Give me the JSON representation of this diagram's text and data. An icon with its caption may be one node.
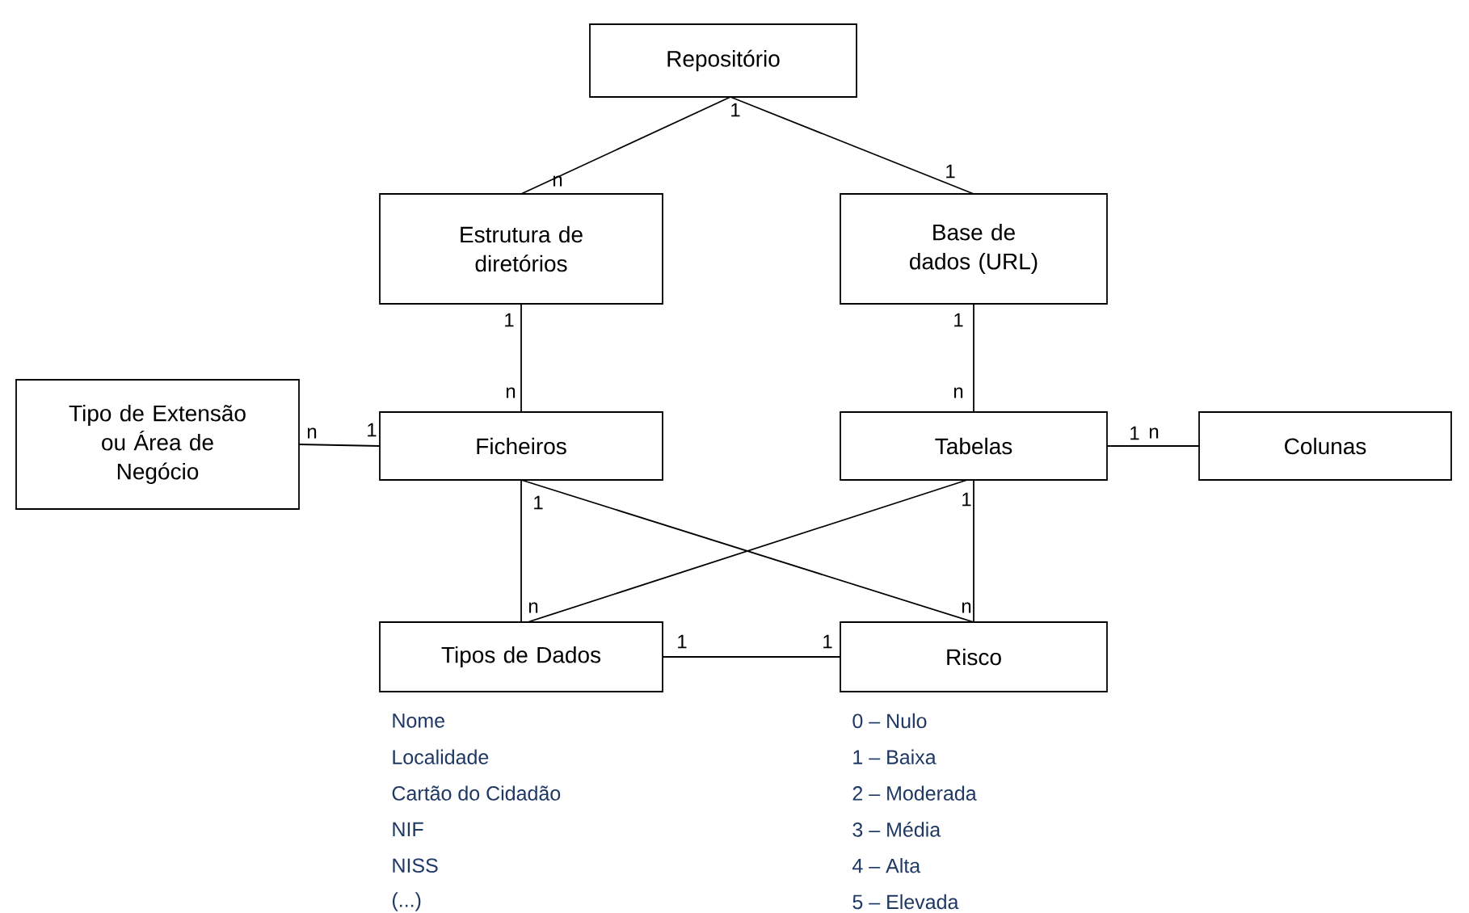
{
  "diagram": {
    "nodes": [
      {
        "text": [
          "Repositório"
        ]
      },
      {
        "text": [
          "Estrutura de diretórios"
        ]
      },
      {
        "text": [
          "Base de dados (URL)"
        ]
      },
      {
        "text": [
          "Tipo de Extensão ou Área de Negócio"
        ]
      },
      {
        "text": [
          "Ficheiros"
        ]
      },
      {
        "text": [
          "Tabelas"
        ]
      },
      {
        "text": [
          "Colunas"
        ]
      },
      {
        "text": [
          "Tipos de Dados"
        ],
        "beside": [
          "Nome",
          "Localidade",
          "Cartão do Cidadão",
          "NIF",
          "NISS",
          "(...)"
        ]
      },
      {
        "text": [
          "Risco"
        ],
        "beside": [
          "0 – Nulo",
          "1 – Baixa",
          "2 – Moderada",
          "3 – Média",
          "4 – Alta",
          "5 – Elevada"
        ]
      }
    ],
    "edges": [
      {
        "from": 0,
        "to": 1,
        "arrow": "none"
      },
      {
        "from": 0,
        "to": 2,
        "arrow": "none"
      },
      {
        "from": 1,
        "to": 4,
        "arrow": "none"
      },
      {
        "from": 2,
        "to": 5,
        "arrow": "none"
      },
      {
        "from": 3,
        "to": 4,
        "arrow": "none"
      },
      {
        "from": 5,
        "to": 6,
        "arrow": "none"
      },
      {
        "from": 4,
        "to": 7,
        "arrow": "none"
      },
      {
        "from": 4,
        "to": 8,
        "arrow": "none"
      },
      {
        "from": 5,
        "to": 7,
        "arrow": "none"
      },
      {
        "from": 5,
        "to": 8,
        "arrow": "none"
      },
      {
        "from": 7,
        "to": 8,
        "arrow": "none"
      }
    ],
    "labels": [
      "1",
      "n",
      "1",
      "1",
      "1",
      "n",
      "n",
      "n",
      "1",
      "1",
      "n",
      "1",
      "1",
      "n",
      "n",
      "1",
      "1"
    ]
  }
}
